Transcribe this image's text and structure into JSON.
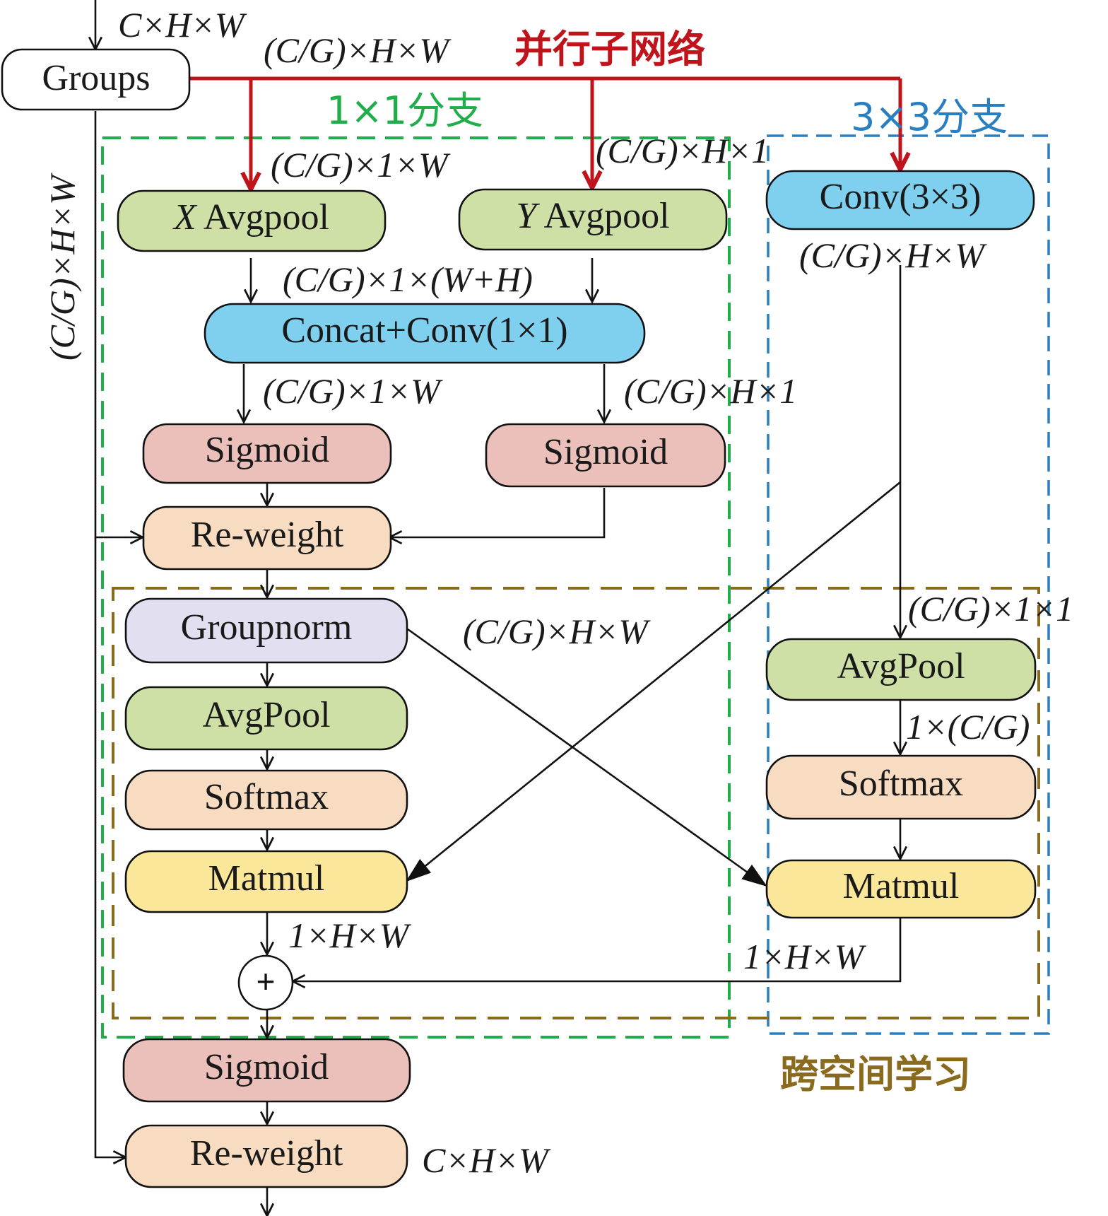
{
  "colors": {
    "green_fill": "#cfe0a6",
    "blue_fill": "#7fd0ef",
    "pink_fill": "#ebc0bb",
    "peach_fill": "#f7dcc1",
    "lavender_fill": "#e2dff0",
    "yellow_fill": "#fbe79a",
    "white_fill": "#ffffff",
    "red": "#c0141c",
    "green_dash": "#1fae4a",
    "blue_dash": "#2a7fc1",
    "olive_dash": "#8a6a1c"
  },
  "nodes": {
    "groups": "Groups",
    "x_avgpool_var": "X",
    "x_avgpool": " Avgpool",
    "y_avgpool_var": "Y",
    "y_avgpool": " Avgpool",
    "conv3": "Conv(3×3)",
    "concat": "Concat+Conv(1×1)",
    "sigmoid_left": "Sigmoid",
    "sigmoid_right": "Sigmoid",
    "reweight_top": "Re-weight",
    "groupnorm": "Groupnorm",
    "avgpool_left": "AvgPool",
    "softmax_left": "Softmax",
    "matmul_left": "Matmul",
    "avgpool_right": "AvgPool",
    "softmax_right": "Softmax",
    "matmul_right": "Matmul",
    "plus": "+",
    "sigmoid_bottom": "Sigmoid",
    "reweight_bottom": "Re-weight"
  },
  "dims": {
    "input": "C×H×W",
    "group": "(C/G)×H×W",
    "left_vertical": "(C/G)×H×W",
    "x_pool": "(C/G)×1×W",
    "y_pool": "(C/G)×H×1",
    "concat_in": "(C/G)×1×(W+H)",
    "split_left": "(C/G)×1×W",
    "split_right": "(C/G)×H×1",
    "conv3_out": "(C/G)×H×W",
    "cross_mid": "(C/G)×H×W",
    "avgpool_right_in": "(C/G)×1×1",
    "softmax_right_in": "1×(C/G)",
    "matmul_left_out": "1×H×W",
    "matmul_right_out": "1×H×W",
    "output": "C×H×W"
  },
  "labels": {
    "parallel": "并行子网络",
    "branch_1x1": "1×1分支",
    "branch_3x3": "3×3分支",
    "cross_spatial": "跨空间学习"
  }
}
